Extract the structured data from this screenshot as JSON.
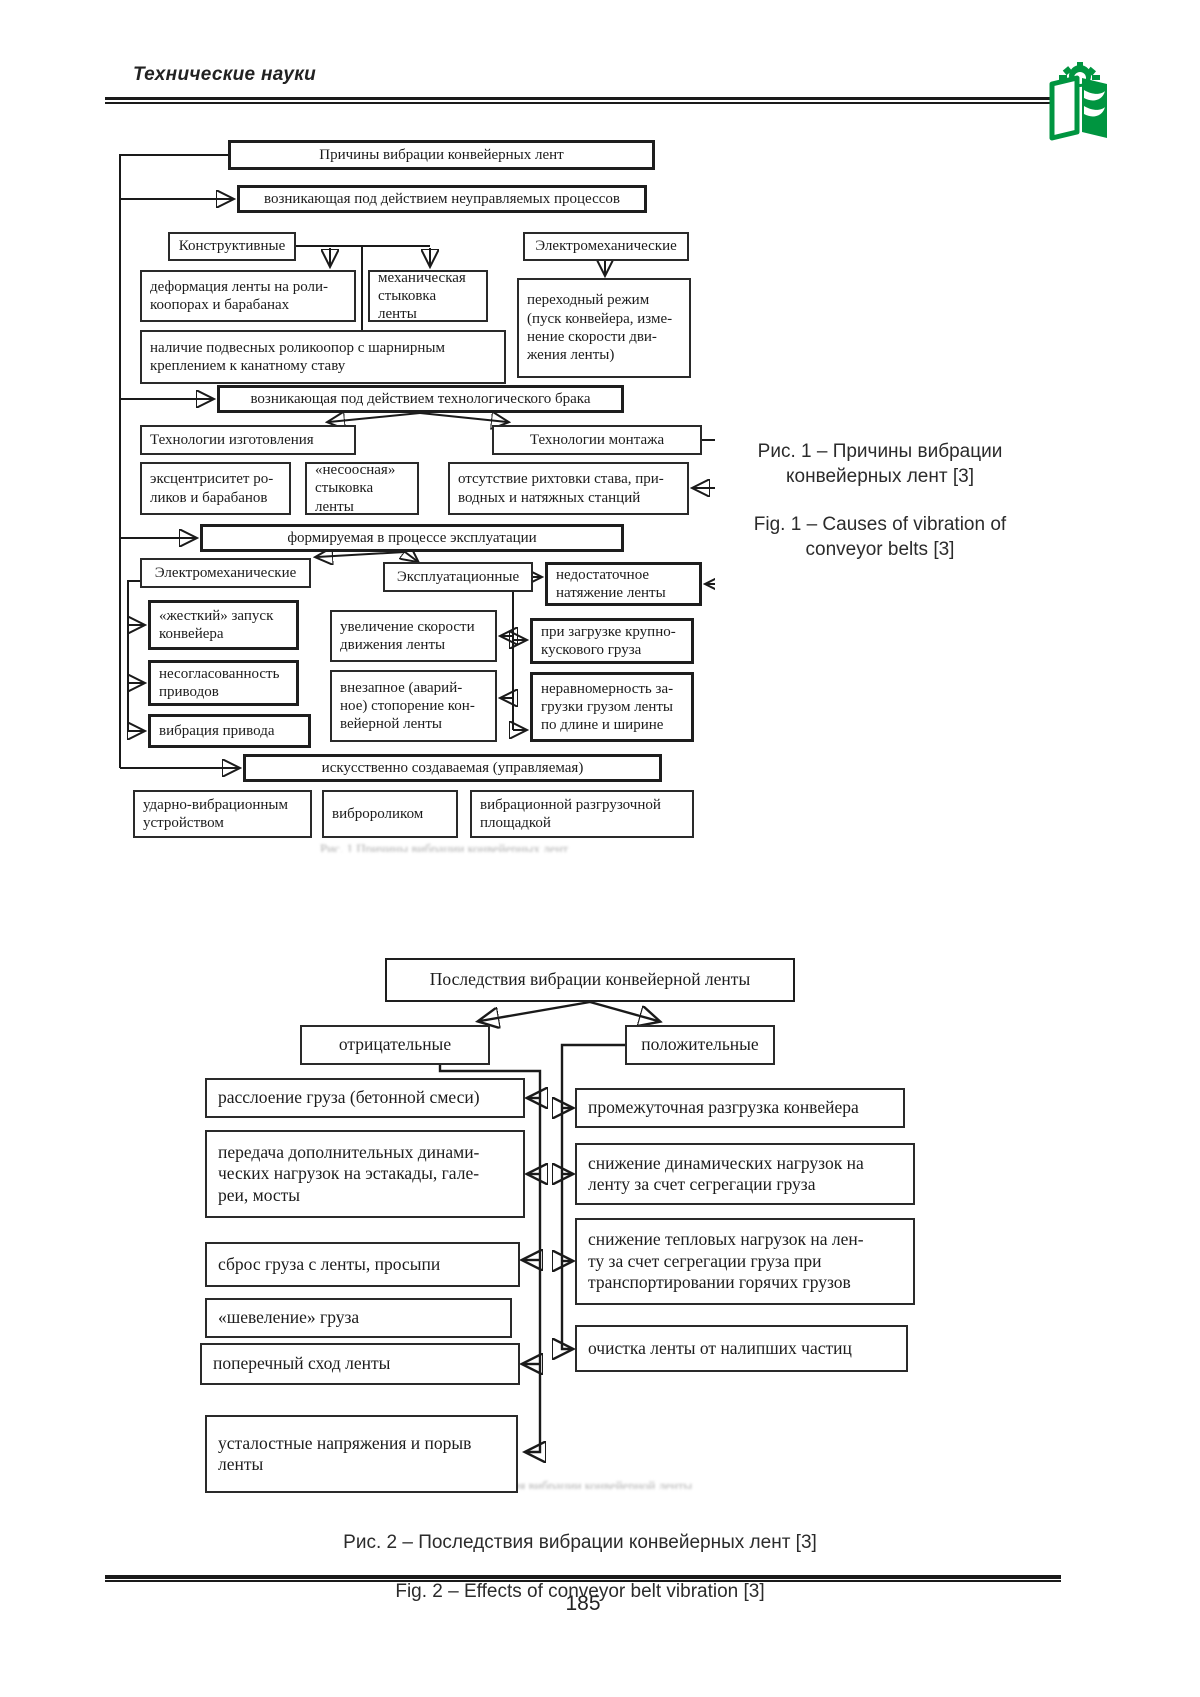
{
  "colors": {
    "accent_green": "#009540",
    "ink": "#1a1a1a",
    "paper": "#ffffff"
  },
  "header": {
    "section_title": "Технические науки",
    "logo_icon": "book-wheat-gear-icon"
  },
  "footer": {
    "page_number": "185"
  },
  "fig1": {
    "nodes": {
      "root": "Причины вибрации конвейерных лент",
      "uncontrolled": "возникающая под действием неуправляемых процессов",
      "constructive": "Конструктивные",
      "electromech_top": "Электромеханические",
      "deformation": "деформация ленты на роли-\nкоопорах и барабанах",
      "mech_splice": "механическая\nстыковка ленты",
      "transient": "переходный режим\n(пуск конвейера, изме-\nнение скорости дви-\nжения ленты)",
      "suspended": "наличие подвесных роликоопор с шарнирным\nкреплением к канатному ставу",
      "tech_defect": "возникающая под действием технологического брака",
      "manuf_tech": "Технологии изготовления",
      "install_tech": "Технологии монтажа",
      "eccentricity": "эксцентриситет ро-\nликов и барабанов",
      "misaligned": "«несоосная»\nстыковка ленты",
      "no_alignment": "отсутствие рихтовки става, при-\nводных и натяжных станций",
      "operation": "формируемая в процессе эксплуатации",
      "electromech2": "Электромеханические",
      "operational": "Эксплуатационные",
      "insufficient_tension": "недостаточное\nнатяжение ленты",
      "hard_start": "«жесткий» запуск\nконвейера",
      "speed_increase": "увеличение скорости\nдвижения ленты",
      "lump_loading": "при загрузке крупно-\nкускового груза",
      "drive_mismatch": "несогласованность\nприводов",
      "sudden_stop": "внезапное (аварий-\nное) стопорение кон-\nвейерной ленты",
      "uneven_loading": "неравномерность за-\nгрузки грузом ленты\nпо длине и ширине",
      "drive_vibration": "вибрация привода",
      "artificial": "искусственно создаваемая (управляемая)",
      "impact_device": "ударно-вибрационным\nустройством",
      "vibro_roller": "вибророликом",
      "vibro_platform": "вибрационной разгрузочной\nплощадкой"
    },
    "caption_ru": "Рис. 1 – Причины вибрации\nконвейерных лент [3]",
    "caption_en": "Fig. 1 – Causes of vibration of\nconveyor belts [3]",
    "crop_artifact": "Рис. 1 Причины вибрации конвейерных лент"
  },
  "fig2": {
    "nodes": {
      "root": "Последствия вибрации конвейерной ленты",
      "negative": "отрицательные",
      "positive": "положительные",
      "stratification": "расслоение груза (бетонной смеси)",
      "intermediate_unloading": "промежуточная разгрузка конвейера",
      "dynamic_loads": "передача дополнительных динами-\nческих нагрузок на эстакады, гале-\nреи, мосты",
      "dynamic_reduction": "снижение динамических нагрузок на\nленту за счет сегрегации груза",
      "spillage": "сброс груза с ленты, просыпи",
      "thermal_reduction": "снижение тепловых нагрузок на лен-\nту за счет сегрегации груза при\nтранспортировании горячих грузов",
      "load_shifting": "«шевеление» груза",
      "cleaning": "очистка ленты от налипших частиц",
      "transverse_runoff": "поперечный сход ленты",
      "fatigue": "усталостные напряжения и порыв\nленты"
    },
    "caption_ru": "Рис. 2 – Последствия вибрации конвейерных лент [3]",
    "caption_en": "Fig. 2 – Effects of conveyor belt vibration [3]",
    "crop_artifact": "Рис. 2 Последствия вибрации конвейерной ленты"
  }
}
